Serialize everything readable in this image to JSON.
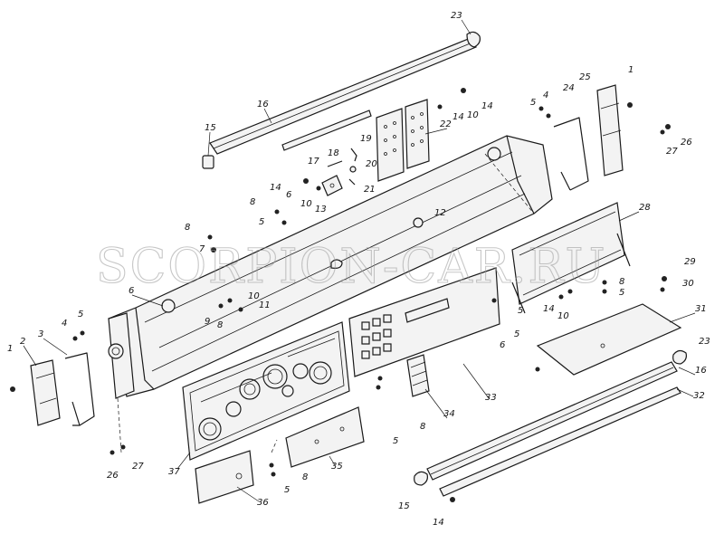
{
  "watermark": "SCORPION-CAR.RU",
  "callouts": [
    {
      "id": "c23a",
      "label": "23"
    },
    {
      "id": "c16a",
      "label": "16"
    },
    {
      "id": "c15a",
      "label": "15"
    },
    {
      "id": "c17",
      "label": "17"
    },
    {
      "id": "c18",
      "label": "18"
    },
    {
      "id": "c19",
      "label": "19"
    },
    {
      "id": "c14a",
      "label": "14"
    },
    {
      "id": "c6a",
      "label": "6"
    },
    {
      "id": "c10a",
      "label": "10"
    },
    {
      "id": "c13",
      "label": "13"
    },
    {
      "id": "c20",
      "label": "20"
    },
    {
      "id": "c21",
      "label": "21"
    },
    {
      "id": "c22",
      "label": "22"
    },
    {
      "id": "c14b",
      "label": "14"
    },
    {
      "id": "c10b",
      "label": "10"
    },
    {
      "id": "c14c",
      "label": "14"
    },
    {
      "id": "c5a",
      "label": "5"
    },
    {
      "id": "c4a",
      "label": "4"
    },
    {
      "id": "c24",
      "label": "24"
    },
    {
      "id": "c25",
      "label": "25"
    },
    {
      "id": "c1a",
      "label": "1"
    },
    {
      "id": "c26a",
      "label": "26"
    },
    {
      "id": "c27a",
      "label": "27"
    },
    {
      "id": "c8a",
      "label": "8"
    },
    {
      "id": "c5b",
      "label": "5"
    },
    {
      "id": "c8b",
      "label": "8"
    },
    {
      "id": "c7",
      "label": "7"
    },
    {
      "id": "c12",
      "label": "12"
    },
    {
      "id": "c28",
      "label": "28"
    },
    {
      "id": "c6b",
      "label": "6"
    },
    {
      "id": "c10c",
      "label": "10"
    },
    {
      "id": "c11",
      "label": "11"
    },
    {
      "id": "c9",
      "label": "9"
    },
    {
      "id": "c8c",
      "label": "8"
    },
    {
      "id": "c29",
      "label": "29"
    },
    {
      "id": "c30",
      "label": "30"
    },
    {
      "id": "c8d",
      "label": "8"
    },
    {
      "id": "c5c",
      "label": "5"
    },
    {
      "id": "c14d",
      "label": "14"
    },
    {
      "id": "c10d",
      "label": "10"
    },
    {
      "id": "c5d",
      "label": "5"
    },
    {
      "id": "c31",
      "label": "31"
    },
    {
      "id": "c1b",
      "label": "1"
    },
    {
      "id": "c2",
      "label": "2"
    },
    {
      "id": "c3",
      "label": "3"
    },
    {
      "id": "c4b",
      "label": "4"
    },
    {
      "id": "c5e",
      "label": "5"
    },
    {
      "id": "c6c",
      "label": "6"
    },
    {
      "id": "c5f",
      "label": "5"
    },
    {
      "id": "c23b",
      "label": "23"
    },
    {
      "id": "c16b",
      "label": "16"
    },
    {
      "id": "c32",
      "label": "32"
    },
    {
      "id": "c33",
      "label": "33"
    },
    {
      "id": "c8e",
      "label": "8"
    },
    {
      "id": "c5g",
      "label": "5"
    },
    {
      "id": "c34",
      "label": "34"
    },
    {
      "id": "c26b",
      "label": "26"
    },
    {
      "id": "c27b",
      "label": "27"
    },
    {
      "id": "c37",
      "label": "37"
    },
    {
      "id": "c35",
      "label": "35"
    },
    {
      "id": "c8f",
      "label": "8"
    },
    {
      "id": "c5h",
      "label": "5"
    },
    {
      "id": "c36",
      "label": "36"
    },
    {
      "id": "c15b",
      "label": "15"
    },
    {
      "id": "c14e",
      "label": "14"
    }
  ]
}
